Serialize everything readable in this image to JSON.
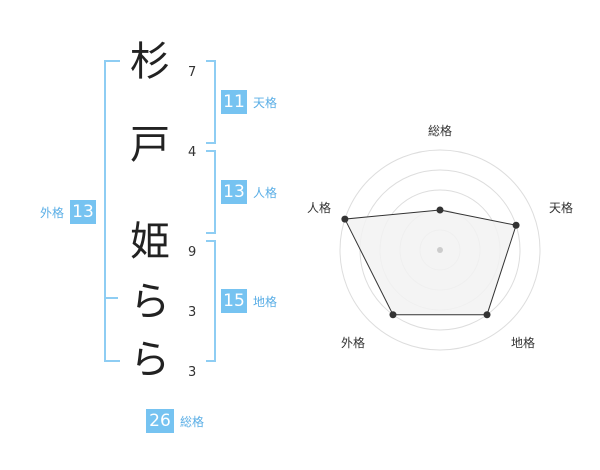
{
  "name": {
    "characters": [
      {
        "char": "杉",
        "strokes": "7"
      },
      {
        "char": "戸",
        "strokes": "4"
      },
      {
        "char": "姫",
        "strokes": "9"
      },
      {
        "char": "ら",
        "strokes": "3"
      },
      {
        "char": "ら",
        "strokes": "3"
      }
    ]
  },
  "fortunes": {
    "tenkaku": {
      "label": "天格",
      "value": "11"
    },
    "jinkaku": {
      "label": "人格",
      "value": "13"
    },
    "chikaku": {
      "label": "地格",
      "value": "15"
    },
    "gaikaku": {
      "label": "外格",
      "value": "13"
    },
    "soukaku": {
      "label": "総格",
      "value": "26"
    }
  },
  "radar": {
    "axes": [
      "総格",
      "天格",
      "地格",
      "外格",
      "人格"
    ],
    "levels": 5,
    "values": [
      2,
      4,
      4,
      4,
      5
    ],
    "fill_color": "#f2f2f2",
    "line_color": "#333333",
    "ring_color": "#dddddd"
  },
  "colors": {
    "accent": "#76c3f1",
    "label": "#5aaee6"
  }
}
